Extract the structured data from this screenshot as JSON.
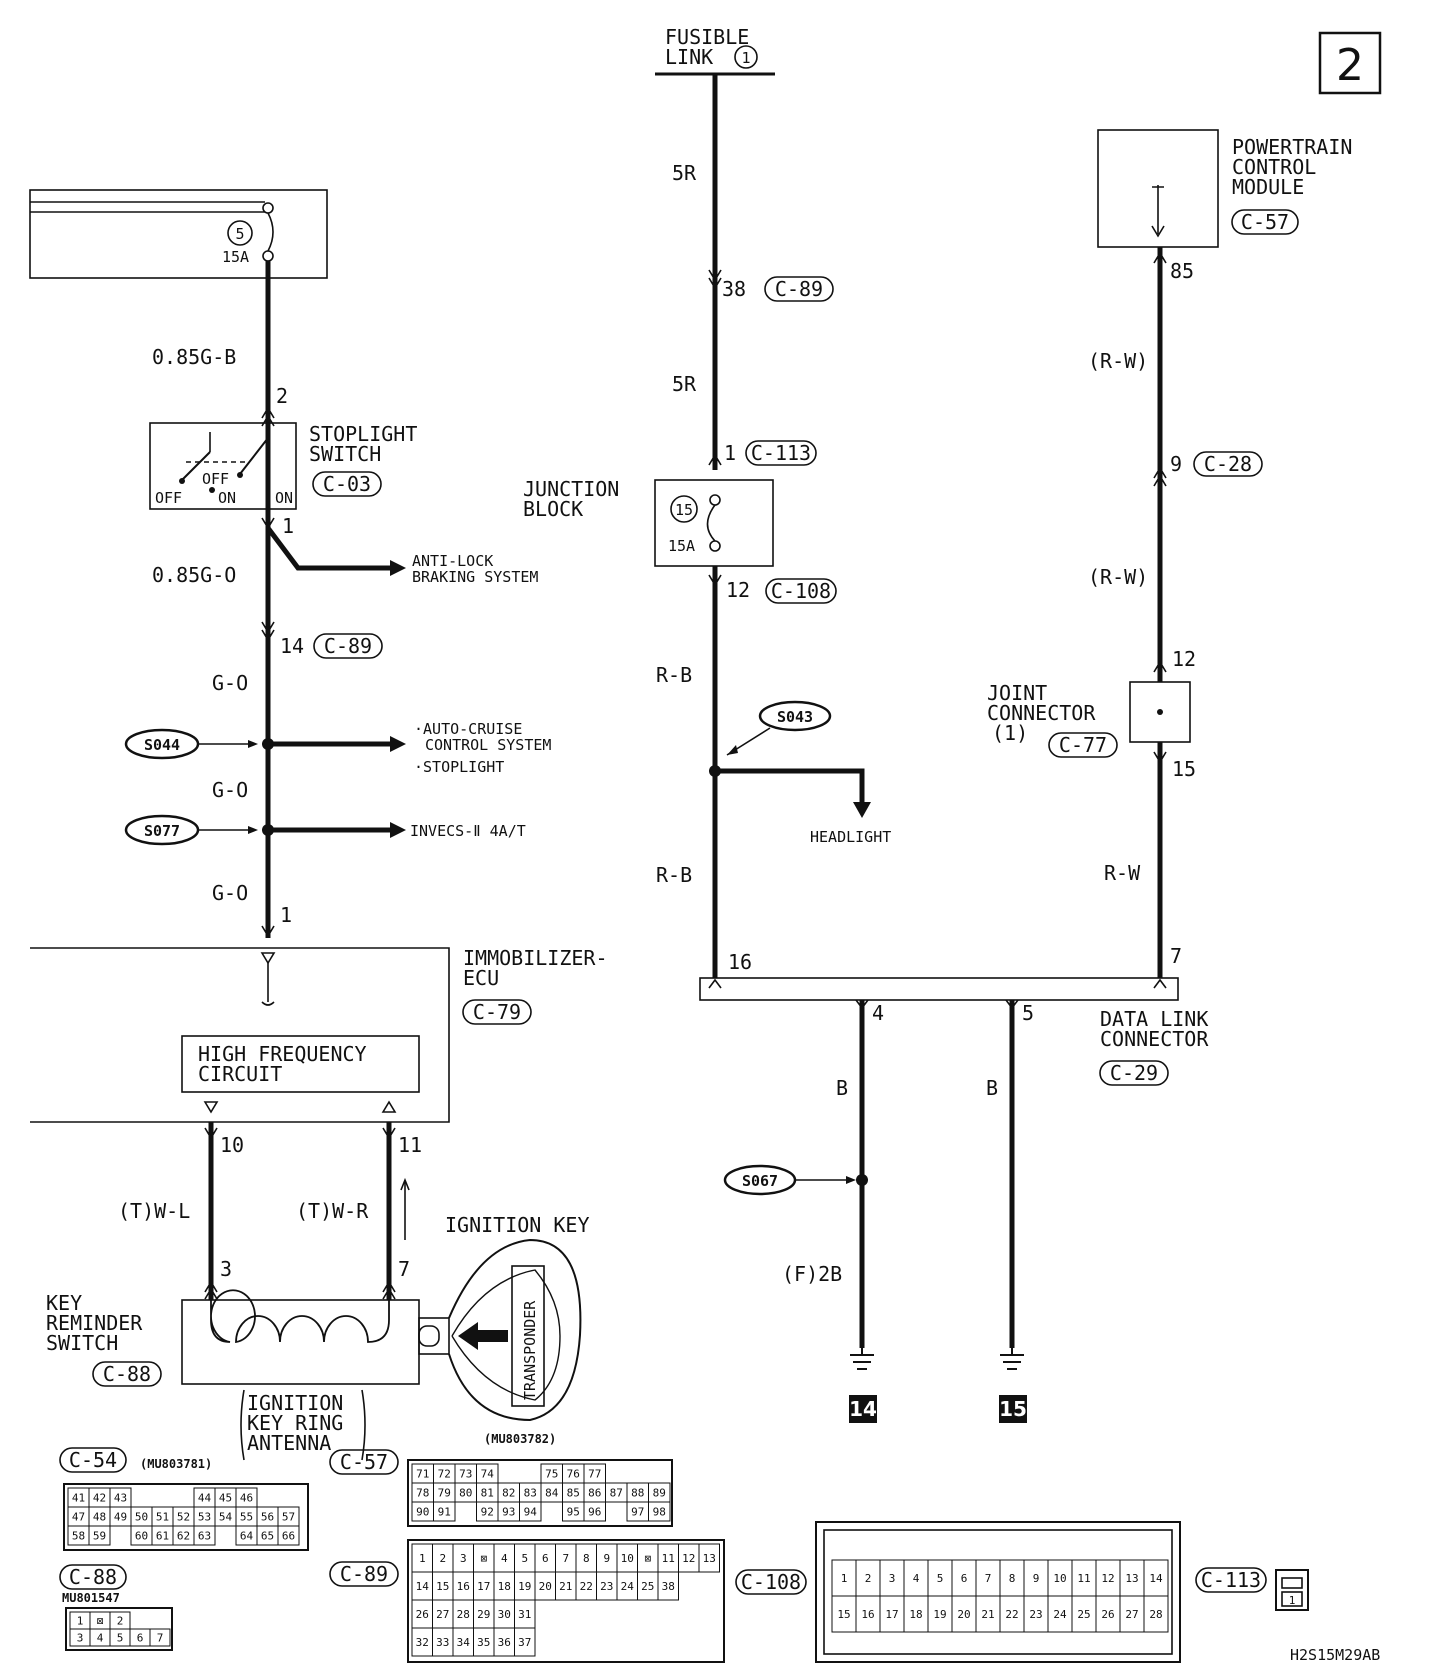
{
  "page_number": "2",
  "drawing_code": "H2S15M29AB",
  "fusible_link": {
    "line1": "FUSIBLE",
    "line2": "LINK",
    "number": "1"
  },
  "fuse5": {
    "number": "5",
    "rating": "15A"
  },
  "fuse15": {
    "number": "15",
    "rating": "15A"
  },
  "powertrain": {
    "line1": "POWERTRAIN",
    "line2": "CONTROL",
    "line3": "MODULE",
    "connector": "C-57",
    "pin": "85"
  },
  "stoplight_switch": {
    "line1": "STOPLIGHT",
    "line2": "SWITCH",
    "connector": "C-03",
    "off": "OFF",
    "on": "ON",
    "pin_in": "2",
    "pin_out": "1"
  },
  "junction_block": {
    "line1": "JUNCTION",
    "line2": "BLOCK"
  },
  "joint_connector": {
    "line1": "JOINT",
    "line2": "CONNECTOR",
    "line3": "(1)",
    "connector": "C-77",
    "pin_in": "12",
    "pin_out": "15"
  },
  "immobilizer": {
    "line1": "IMMOBILIZER-",
    "line2": "ECU",
    "connector": "C-79",
    "hf_line1": "HIGH FREQUENCY",
    "hf_line2": "CIRCUIT",
    "pin_in": "1",
    "pin10": "10",
    "pin11": "11"
  },
  "data_link": {
    "line1": "DATA LINK",
    "line2": "CONNECTOR",
    "connector": "C-29",
    "pin16": "16",
    "pin4": "4",
    "pin5": "5",
    "pin7": "7"
  },
  "key_reminder": {
    "line1": "KEY",
    "line2": "REMINDER",
    "line3": "SWITCH",
    "connector": "C-88",
    "pin3": "3",
    "pin7": "7"
  },
  "antenna": {
    "line1": "IGNITION",
    "line2": "KEY RING",
    "line3": "ANTENNA"
  },
  "ignition_key": {
    "label": "IGNITION KEY",
    "transponder": "TRANSPONDER"
  },
  "wires": {
    "g_b": "0.85G-B",
    "g_o_085": "0.85G-O",
    "g_o": "G-O",
    "r5": "5R",
    "r_b": "R-B",
    "r_w_paren": "(R-W)",
    "r_w": "R-W",
    "b": "B",
    "f2b": "(F)2B",
    "tw_l": "(T)W-L",
    "tw_r": "(T)W-R"
  },
  "connectors": {
    "c89_pin38": "38",
    "c89_38": "C-89",
    "c113_pin1": "1",
    "c113_1": "C-113",
    "c108_pin12": "12",
    "c108_12": "C-108",
    "c28_pin9": "9",
    "c28": "C-28",
    "c89_pin14": "14",
    "c89_14": "C-89"
  },
  "splices": {
    "s044": "S044",
    "s077": "S077",
    "s043": "S043",
    "s067": "S067"
  },
  "destinations": {
    "abs_1": "ANTI-LOCK",
    "abs_2": "BRAKING SYSTEM",
    "cruise_1": "·AUTO-CRUISE",
    "cruise_2": "CONTROL SYSTEM",
    "stoplight": "·STOPLIGHT",
    "invecs": "INVECS-Ⅱ 4A/T",
    "headlight": "HEADLIGHT"
  },
  "grounds": {
    "g14": "14",
    "g15": "15"
  },
  "connector_views": {
    "c54": {
      "label": "C-54",
      "part": "(MU803781)",
      "rows": [
        [
          "41",
          "42",
          "43",
          "",
          "",
          "",
          "44",
          "45",
          "46"
        ],
        [
          "47",
          "48",
          "49",
          "50",
          "51",
          "52",
          "53",
          "54",
          "55",
          "56",
          "57"
        ],
        [
          "58",
          "59",
          "",
          "60",
          "61",
          "62",
          "63",
          "",
          "64",
          "65",
          "66"
        ]
      ]
    },
    "c57": {
      "label": "C-57",
      "part": "(MU803782)",
      "rows": [
        [
          "71",
          "72",
          "73",
          "74",
          "",
          "",
          "75",
          "76",
          "77"
        ],
        [
          "78",
          "79",
          "80",
          "81",
          "82",
          "83",
          "84",
          "85",
          "86",
          "87",
          "88",
          "89"
        ],
        [
          "90",
          "91",
          "",
          "92",
          "93",
          "94",
          "",
          "95",
          "96",
          "",
          "97",
          "98"
        ]
      ]
    },
    "c88": {
      "label": "C-88",
      "part": "MU801547",
      "rows": [
        [
          "1",
          "⊠",
          "2"
        ],
        [
          "3",
          "4",
          "5",
          "6",
          "7"
        ]
      ]
    },
    "c89": {
      "label": "C-89",
      "rows": [
        [
          "1",
          "2",
          "3",
          "⊠",
          "4",
          "5",
          "6",
          "7",
          "8",
          "9",
          "10",
          "⊠",
          "11",
          "12",
          "13"
        ],
        [
          "14",
          "15",
          "16",
          "17",
          "18",
          "19",
          "20",
          "21",
          "22",
          "23",
          "24",
          "25",
          "38"
        ],
        [
          "26",
          "27",
          "28",
          "29",
          "30",
          "31"
        ],
        [
          "32",
          "33",
          "34",
          "35",
          "36",
          "37"
        ]
      ]
    },
    "c108": {
      "label": "C-108",
      "rows": [
        [
          "1",
          "2",
          "3",
          "4",
          "5",
          "6",
          "7",
          "8",
          "9",
          "10",
          "11",
          "12",
          "13",
          "14"
        ],
        [
          "15",
          "16",
          "17",
          "18",
          "19",
          "20",
          "21",
          "22",
          "23",
          "24",
          "25",
          "26",
          "27",
          "28"
        ]
      ]
    },
    "c113": {
      "label": "C-113",
      "pin": "1"
    }
  }
}
